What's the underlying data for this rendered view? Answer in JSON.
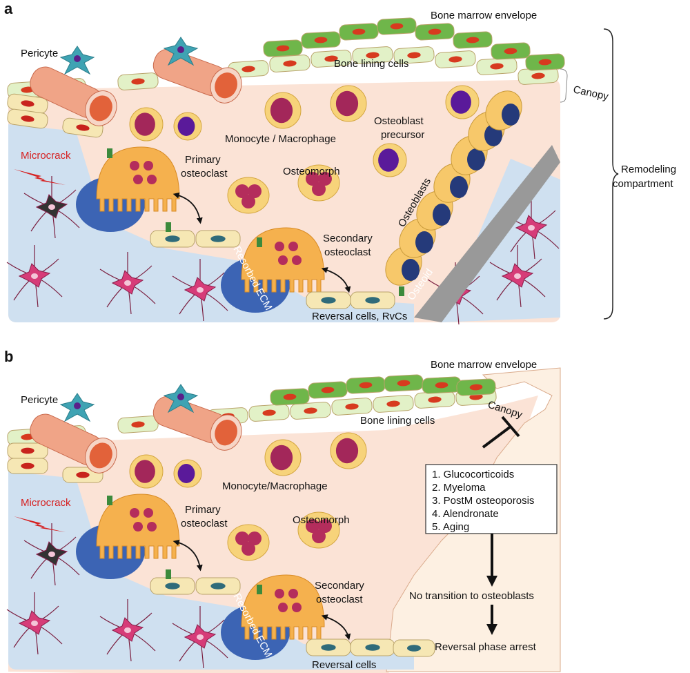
{
  "panel_a": {
    "letter": "a",
    "bone_marrow_envelope": "Bone marrow envelope",
    "pericyte": "Pericyte",
    "bone_lining_cells": "Bone lining cells",
    "canopy": "Canopy",
    "monocyte_macrophage": "Monocyte / Macrophage",
    "osteoblast_precursor_1": "Osteoblast",
    "osteoblast_precursor_2": "precursor",
    "microcrack": "Microcrack",
    "primary_osteoclast_1": "Primary",
    "primary_osteoclast_2": "osteoclast",
    "osteomorph": "Osteomorph",
    "osteoblasts": "Osteoblasts",
    "remodeling_compartment_1": "Remodeling",
    "remodeling_compartment_2": "compartment",
    "secondary_osteoclast_1": "Secondary",
    "secondary_osteoclast_2": "osteoclast",
    "resorbed_ecm": "Resorbed ECM",
    "osteoid": "Osteoid",
    "reversal_cells": "Reversal cells, RvCs"
  },
  "panel_b": {
    "letter": "b",
    "bone_marrow_envelope": "Bone marrow envelope",
    "pericyte": "Pericyte",
    "bone_lining_cells": "Bone lining cells",
    "canopy": "Canopy",
    "causes": [
      "1.  Glucocorticoids",
      "2.  Myeloma",
      "3.  PostM osteoporosis",
      "4.  Alendronate",
      "5.  Aging"
    ],
    "monocyte_macrophage": "Monocyte/Macrophage",
    "microcrack": "Microcrack",
    "primary_osteoclast_1": "Primary",
    "primary_osteoclast_2": "osteoclast",
    "osteomorph": "Osteomorph",
    "secondary_osteoclast_1": "Secondary",
    "secondary_osteoclast_2": "osteoclast",
    "resorbed_ecm": "Resorbed ECM",
    "no_transition": "No transition to osteoblasts",
    "reversal_arrest": "Reversal phase arrest",
    "reversal_cells": "Reversal cells"
  },
  "colors": {
    "compartment": "#fbe3d6",
    "bone": "#cfe0f0",
    "lining_cell": "#f6e7b4",
    "envelope_cell": "#6fb64a",
    "osteoclast": "#f5b14e",
    "resorbed_ecm": "#3c64b4",
    "osteoblast_nucleus": "#253a7a",
    "osteocyte": "#d63c78",
    "microcrack": "#d62020"
  }
}
